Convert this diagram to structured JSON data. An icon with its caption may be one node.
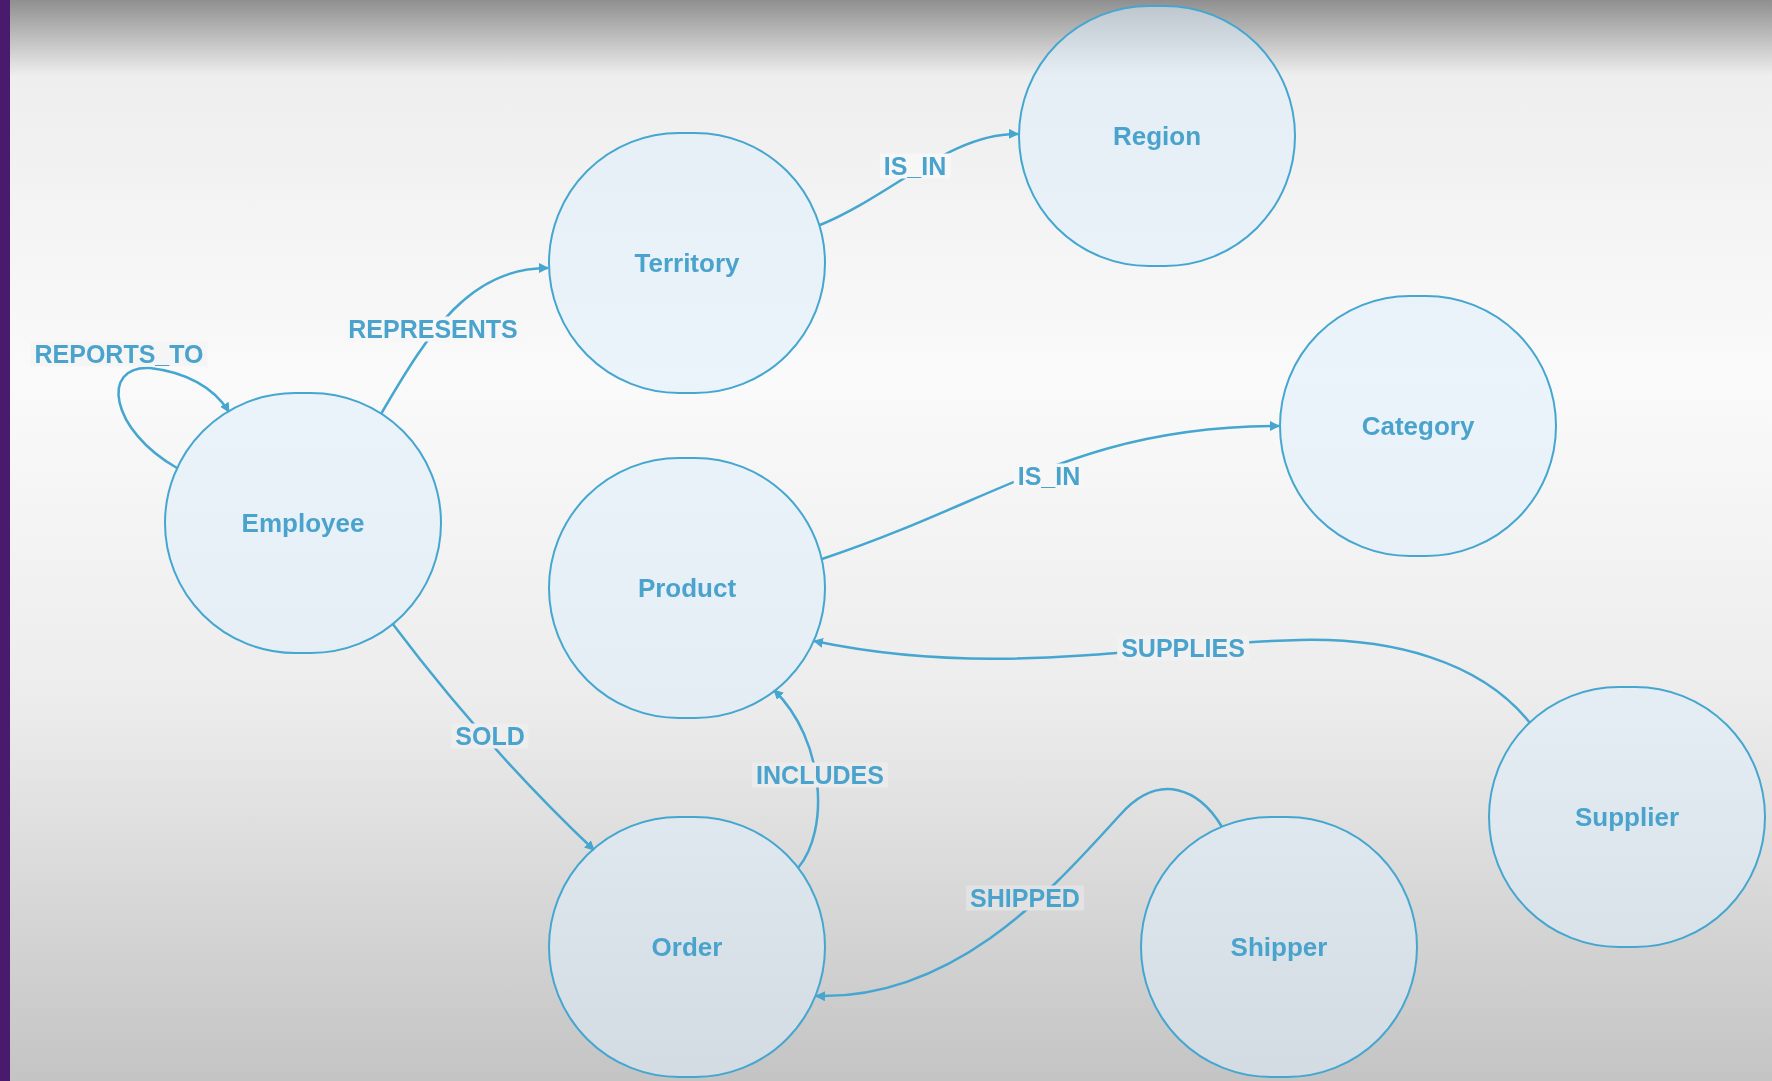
{
  "diagram": {
    "nodes": [
      {
        "text": [
          "Region"
        ]
      },
      {
        "text": [
          "Territory"
        ]
      },
      {
        "text": [
          "Employee"
        ]
      },
      {
        "text": [
          "Category"
        ]
      },
      {
        "text": [
          "Product"
        ]
      },
      {
        "text": [
          "Supplier"
        ]
      },
      {
        "text": [
          "Order"
        ]
      },
      {
        "text": [
          "Shipper"
        ]
      }
    ],
    "edges": [
      {
        "from": 2,
        "to": 2,
        "arrow": "to",
        "label": "REPORTS_TO"
      },
      {
        "from": 2,
        "to": 1,
        "arrow": "to",
        "label": "REPRESENTS"
      },
      {
        "from": 1,
        "to": 0,
        "arrow": "to",
        "label": "IS_IN"
      },
      {
        "from": 4,
        "to": 3,
        "arrow": "to",
        "label": "IS_IN"
      },
      {
        "from": 5,
        "to": 4,
        "arrow": "to",
        "label": "SUPPLIES"
      },
      {
        "from": 2,
        "to": 6,
        "arrow": "to",
        "label": "SOLD"
      },
      {
        "from": 6,
        "to": 4,
        "arrow": "to",
        "label": "INCLUDES"
      },
      {
        "from": 7,
        "to": 6,
        "arrow": "to",
        "label": "SHIPPED"
      }
    ]
  }
}
